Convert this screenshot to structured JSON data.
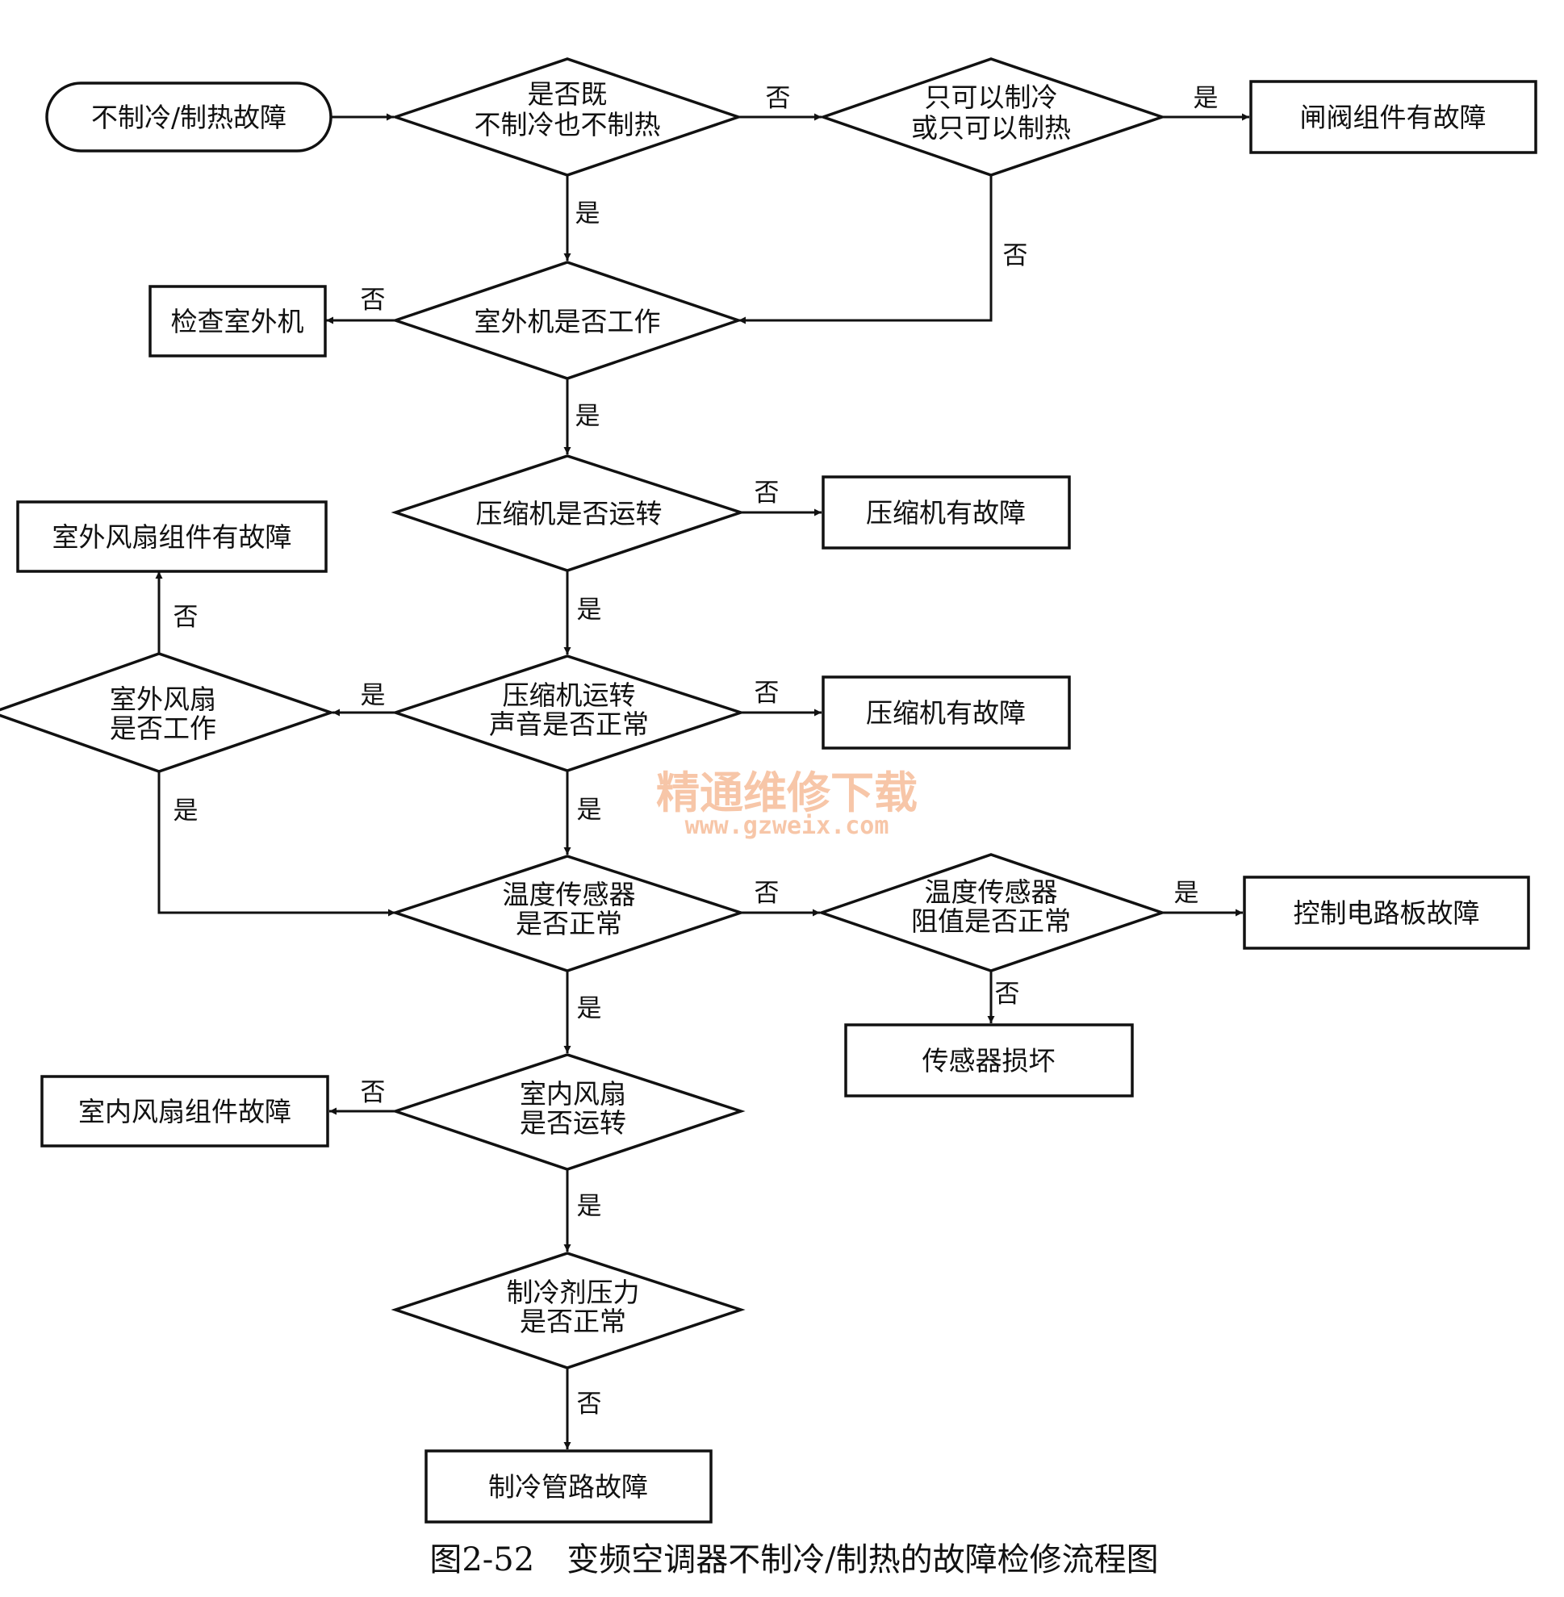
{
  "nodes": {
    "start": "不制冷/制热故障",
    "q_neither": [
      "是否既",
      "不制冷也不制热"
    ],
    "q_only_one": [
      "只可以制冷",
      "或只可以制热"
    ],
    "r_valve": "闸阀组件有故障",
    "r_check_outdoor": "检查室外机",
    "q_outdoor_work": "室外机是否工作",
    "q_compressor_run": "压缩机是否运转",
    "r_compressor_fault_1": "压缩机有故障",
    "r_outdoor_fan_fault": "室外风扇组件有故障",
    "q_outdoor_fan": [
      "室外风扇",
      "是否工作"
    ],
    "q_compressor_sound": [
      "压缩机运转",
      "声音是否正常"
    ],
    "r_compressor_fault_2": "压缩机有故障",
    "q_temp_sensor": [
      "温度传感器",
      "是否正常"
    ],
    "q_sensor_resistance": [
      "温度传感器",
      "阻值是否正常"
    ],
    "r_control_board": "控制电路板故障",
    "r_sensor_damaged": "传感器损坏",
    "r_indoor_fan_fault": "室内风扇组件故障",
    "q_indoor_fan": [
      "室内风扇",
      "是否运转"
    ],
    "q_refrigerant": [
      "制冷剂压力",
      "是否正常"
    ],
    "r_pipe_fault": "制冷管路故障"
  },
  "edge_labels": {
    "yes": "是",
    "no": "否"
  },
  "watermark": {
    "line1": "精通维修下载",
    "line2": "www.gzweix.com"
  },
  "caption": "图2-52　变频空调器不制冷/制热的故障检修流程图",
  "colors": {
    "ink": "#111111",
    "watermark": "#f7c6a8",
    "background": "#ffffff"
  }
}
